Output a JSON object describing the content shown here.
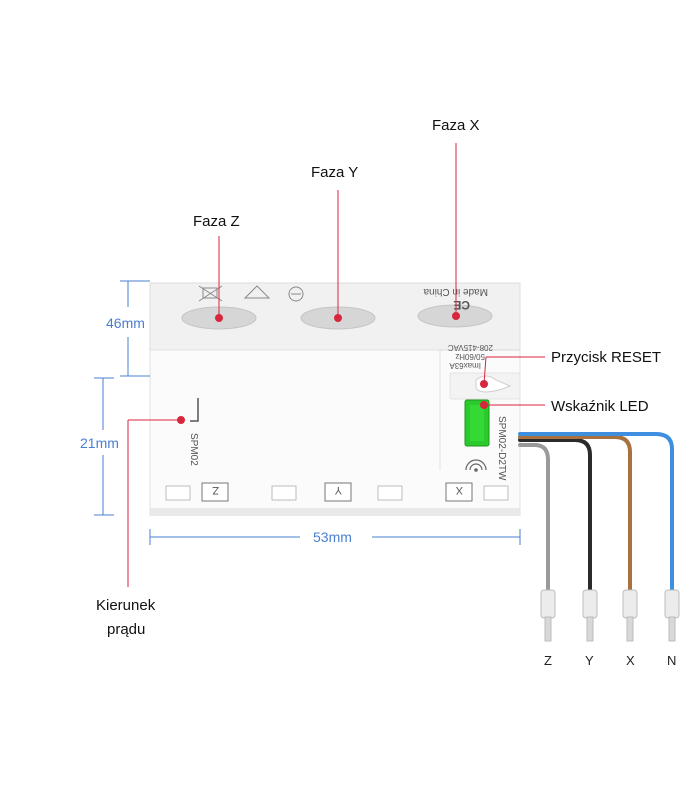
{
  "labels": {
    "phase_x": "Faza X",
    "phase_y": "Faza Y",
    "phase_z": "Faza Z",
    "reset": "Przycisk RESET",
    "led": "Wskaźnik LED",
    "direction_line1": "Kierunek",
    "direction_line2": "prądu"
  },
  "dimensions": {
    "top_height": "46mm",
    "side_height": "21mm",
    "width": "53mm"
  },
  "device": {
    "model_short": "SPM02",
    "model_full": "SPM02-D2TW",
    "made_in": "Made in China",
    "rating_line1": "208-415VAC",
    "rating_line2": "50/60Hz",
    "rating_line3": "Imax63A",
    "ce_mark": "CE",
    "terminals": [
      "Z",
      "Y",
      "X"
    ]
  },
  "wires": [
    {
      "label": "Z",
      "color": "#9a9a9a"
    },
    {
      "label": "Y",
      "color": "#2b2b2b"
    },
    {
      "label": "X",
      "color": "#a9713e"
    },
    {
      "label": "N",
      "color": "#3f8fe0"
    }
  ],
  "colors": {
    "pointer": "#d7263d",
    "dimension": "#4a7fd0",
    "led": "#2bc92b"
  }
}
